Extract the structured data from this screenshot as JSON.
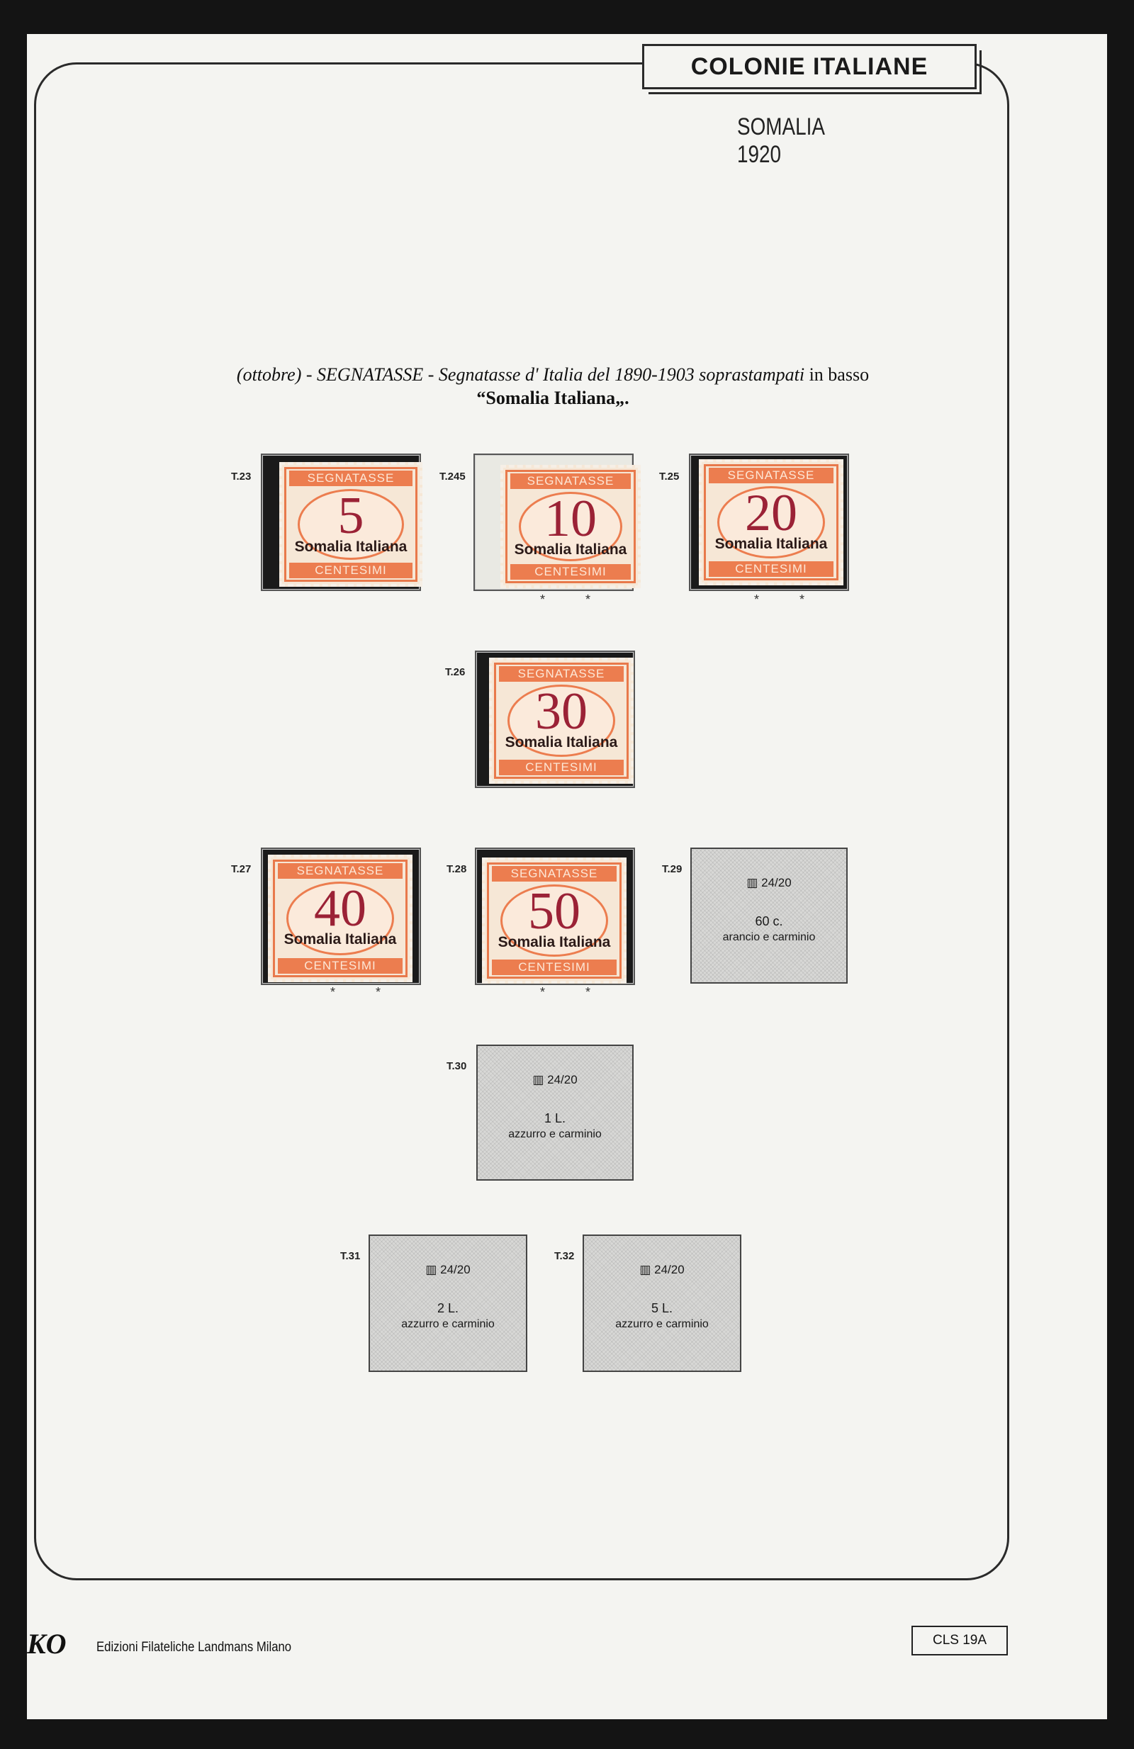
{
  "header": {
    "title": "COLONIE ITALIANE",
    "subtitle": "SOMALIA 1920"
  },
  "description": {
    "part1": "(ottobre) - SEGNATASSE - Segnatasse d' Italia del 1890-1903 soprastampati",
    "part2": " in basso",
    "line2": "“Somalia Italiana„."
  },
  "stamps": [
    {
      "cat": "T.23",
      "top": "SEGNATASSE",
      "value": "5",
      "overprint": "Somalia Italiana",
      "bottom": "CENTESIMI"
    },
    {
      "cat": "T.245",
      "top": "SEGNATASSE",
      "value": "10",
      "overprint": "Somalia Italiana",
      "bottom": "CENTESIMI",
      "marks": "* *"
    },
    {
      "cat": "T.25",
      "top": "SEGNATASSE",
      "value": "20",
      "overprint": "Somalia Italiana",
      "bottom": "CENTESIMI",
      "marks": "* *"
    },
    {
      "cat": "T.26",
      "top": "SEGNATASSE",
      "value": "30",
      "overprint": "Somalia Italiana",
      "bottom": "CENTESIMI"
    },
    {
      "cat": "T.27",
      "top": "SEGNATASSE",
      "value": "40",
      "overprint": "Somalia Italiana",
      "bottom": "CENTESIMI",
      "marks": "* *"
    },
    {
      "cat": "T.28",
      "top": "SEGNATASSE",
      "value": "50",
      "overprint": "Somalia Italiana",
      "bottom": "CENTESIMI",
      "marks": "* *"
    }
  ],
  "empty_slots": [
    {
      "cat": "T.29",
      "date": "▥ 24/20",
      "value": "60 c.",
      "color": "arancio e carminio"
    },
    {
      "cat": "T.30",
      "date": "▥ 24/20",
      "value": "1 L.",
      "color": "azzurro e carminio"
    },
    {
      "cat": "T.31",
      "date": "▥ 24/20",
      "value": "2 L.",
      "color": "azzurro e carminio"
    },
    {
      "cat": "T.32",
      "date": "▥ 24/20",
      "value": "5 L.",
      "color": "azzurro e carminio"
    }
  ],
  "footer": {
    "logo": "KO",
    "publisher": "Edizioni Filateliche Landmans Milano",
    "code": "CLS 19A"
  }
}
